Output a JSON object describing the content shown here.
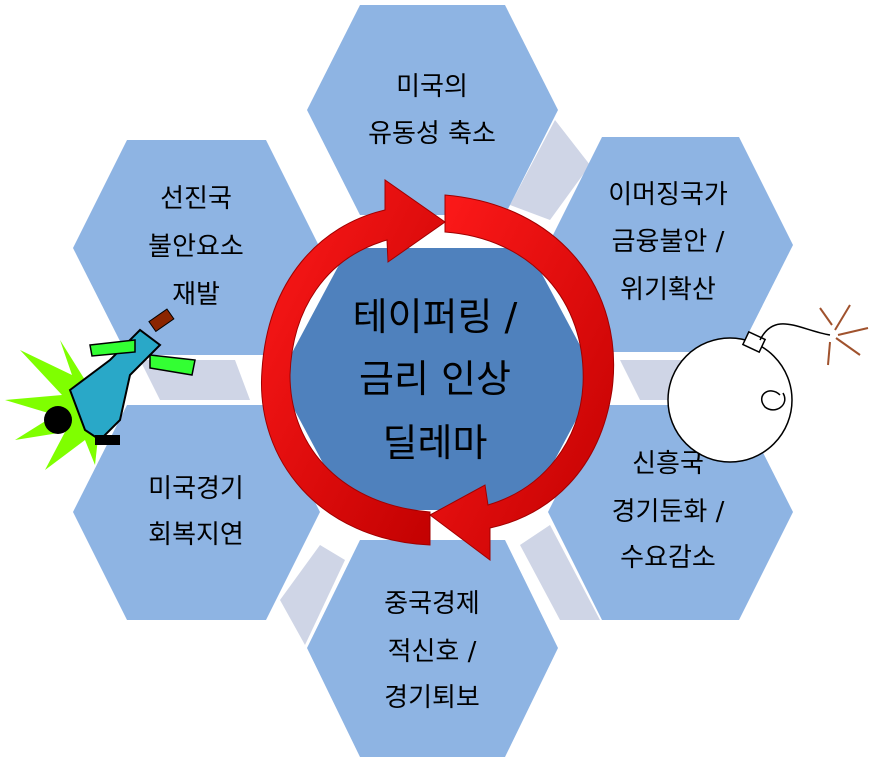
{
  "center": {
    "lines": [
      "테이퍼링 /",
      "금리 인상",
      "딜레마"
    ]
  },
  "nodes": {
    "top": {
      "lines": [
        "미국의",
        "유동성 축소"
      ]
    },
    "top_right": {
      "lines": [
        "이머징국가",
        "금융불안 /",
        "위기확산"
      ]
    },
    "bottom_right": {
      "lines": [
        "신흥국",
        "경기둔화 /",
        "수요감소"
      ]
    },
    "bottom": {
      "lines": [
        "중국경제",
        "적신호 /",
        "경기퇴보"
      ]
    },
    "bottom_left": {
      "lines": [
        "미국경기",
        "회복지연"
      ]
    },
    "top_left": {
      "lines": [
        "선진국",
        "불안요소",
        "재발"
      ]
    }
  },
  "colors": {
    "hex": "#8eb4e3",
    "center": "#4f81bd",
    "arrow": "#ff0000",
    "connector": "#cfd5e6"
  }
}
